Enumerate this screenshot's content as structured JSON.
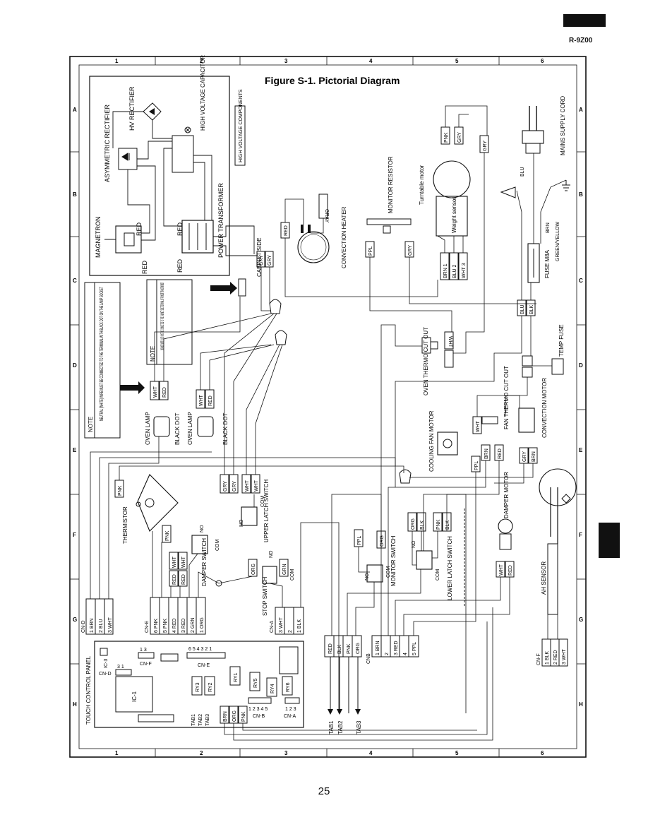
{
  "model": "R-9Z00",
  "page_number": "25",
  "title": "Figure S-1. Pictorial Diagram",
  "grid": {
    "columns": [
      "1",
      "2",
      "3",
      "4",
      "5",
      "6"
    ],
    "rows": [
      "A",
      "B",
      "C",
      "D",
      "E",
      "F",
      "G",
      "H"
    ]
  },
  "components": {
    "hv_rectifier": "HV RECTIFIER",
    "high_voltage_capacitor": "HIGH VOLTAGE CAPACITOR",
    "asymmetric_rectifier": "ASYMMETRIC RECTIFIER",
    "high_voltage_components": "HIGH VOLTAGE COMPONENTS",
    "magnetron": "MAGNETRON",
    "power_transformer": "POWER TRANSFORMER",
    "cabinet_side": "CABINET SIDE",
    "convection_heater": "CONVECTION HEATER",
    "monitor_resistor": "MONITOR RESISTOR",
    "turntable_motor": "Turntable motor",
    "weight_sensor": "Weight sensor",
    "mains_supply_cord": "MAINS SUPPLY CORD",
    "fuse": "FUSE M8A",
    "temp_fuse": "TEMP FUSE",
    "oven_thermo_cut_out": "OVEN THERMO CUT OUT",
    "fan_thermo_cut_out": "FAN THERMO CUT OUT",
    "convection_motor": "CONVECTION MOTOR",
    "cooling_fan_motor": "COOLING FAN MOTOR",
    "damper_motor": "DAMPER MOTOR",
    "ah_sensor": "AH SENSOR",
    "thermistor": "THERMISTOR",
    "damper_switch": "DAMPER SWITCH",
    "upper_latch_switch": "UPPER LATCH SWITCH",
    "stop_switch": "STOP SWITCH",
    "monitor_switch": "MONITOR SWITCH",
    "lower_latch_switch": "LOWER LATCH SWITCH",
    "oven_lamp_1": "OVEN LAMP",
    "oven_lamp_2": "OVEN LAMP",
    "black_dot_1": "BLACK DOT",
    "black_dot_2": "BLACK DOT",
    "touch_control_panel": "TOUCH CONTROL PANEL",
    "ic1": "IC-1",
    "ic3": "IC-3"
  },
  "notes": {
    "note1_head": "NOTE",
    "note1_text": "NEUTRAL (WHITE) WIRE MUST BE CONNECTED TO THE TERMINAL WITH BLACK DOT ON THE LAMP SOCKET",
    "note2_head": "NOTE",
    "note2_text": "ORANGE WIRE (LIVE) MUST BE CONNECTED TO THE CABINET SIDE TERMINAL OF POWER TRANSFORMER"
  },
  "wire_labels": {
    "blu": "BLU",
    "brn": "BRN",
    "green_yellow": "GREEN/YELLOW",
    "red": "RED",
    "gry": "GRY",
    "pnk": "PNK",
    "org": "ORG",
    "wht": "WHT",
    "blk": "BLK",
    "ppl": "PPL",
    "grn": "GRN",
    "gray_v": "GRAY",
    "org_v": "ORG",
    "wht_v": "WHT",
    "blk_v": "BLK",
    "no": "NO",
    "com": "COM"
  },
  "connectors": {
    "cn_d": {
      "name": "CN-D",
      "pins": [
        "1 BRN",
        "2 BLU",
        "3 WHT"
      ]
    },
    "cn_e": {
      "name": "CN-E",
      "pins": [
        "6 PNK",
        "5 PNK",
        "4 RED",
        "3 RED",
        "2 GRN",
        "1 ORG"
      ]
    },
    "cn_a": {
      "name": "CN-A",
      "pins": [
        "3 WHT",
        "2",
        "1 BLK"
      ]
    },
    "cn_b": {
      "name": "CNB",
      "pins": [
        "1 BRN",
        "2",
        "3 RED",
        "4",
        "5 PPL"
      ]
    },
    "cn_f": {
      "name": "CN-F",
      "pins": [
        "1 BLK",
        "2 RED",
        "3 WHT"
      ]
    },
    "tab_group": [
      "RED",
      "BLK",
      "PNK",
      "ORG"
    ],
    "turntable_block": [
      "BRN 1",
      "BLU 2",
      "WHT 3"
    ]
  },
  "pcb": {
    "cn_f": "CN-F",
    "cn_d": "CN-D",
    "cn_e": "CN-E",
    "cn_b": "CN-B",
    "cn_a": "CN-A",
    "pins_13": "1 3",
    "pins_31": "3 1",
    "pins_654321": "6 5 4 3 2 1",
    "pins_12345": "1 2 3 4 5",
    "pins_123": "1 2 3",
    "ry1": "RY1",
    "ry2": "RY2",
    "ry3": "RY3",
    "ry4": "RY4",
    "ry5": "RY5",
    "ry6": "RY6",
    "tab1": "TAB1",
    "tab2": "TAB2",
    "tab3": "TAB3",
    "tab_wires": [
      "BRN",
      "ORG",
      "PNK"
    ]
  },
  "tabs": [
    "TAB1",
    "TAB2",
    "TAB3"
  ]
}
